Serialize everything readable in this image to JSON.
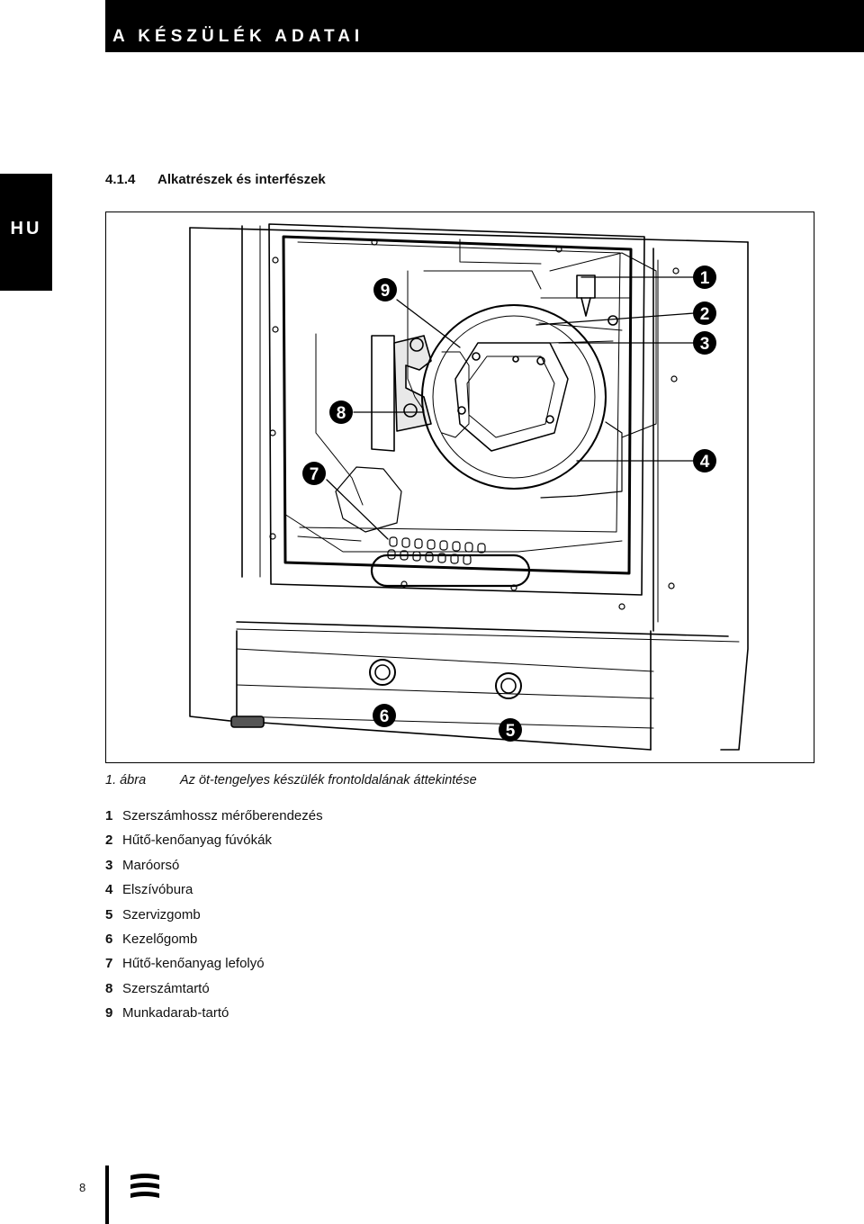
{
  "header": {
    "title": "A KÉSZÜLÉK ADATAI"
  },
  "language_tab": {
    "label": "HU"
  },
  "section": {
    "number": "4.1.4",
    "title": "Alkatrészek és interfészek"
  },
  "figure": {
    "caption_label": "1. ábra",
    "caption_text": "Az öt-tengelyes készülék frontoldalának áttekintése",
    "callouts": [
      "1",
      "2",
      "3",
      "4",
      "5",
      "6",
      "7",
      "8",
      "9"
    ]
  },
  "legend": [
    {
      "num": "1",
      "text": "Szerszámhossz mérőberendezés"
    },
    {
      "num": "2",
      "text": "Hűtő-kenőanyag fúvókák"
    },
    {
      "num": "3",
      "text": "Maróorsó"
    },
    {
      "num": "4",
      "text": "Elszívóbura"
    },
    {
      "num": "5",
      "text": "Szervizgomb"
    },
    {
      "num": "6",
      "text": "Kezelőgomb"
    },
    {
      "num": "7",
      "text": "Hűtő-kenőanyag lefolyó"
    },
    {
      "num": "8",
      "text": "Szerszámtartó"
    },
    {
      "num": "9",
      "text": "Munkadarab-tartó"
    }
  ],
  "footer": {
    "page_number": "8"
  }
}
